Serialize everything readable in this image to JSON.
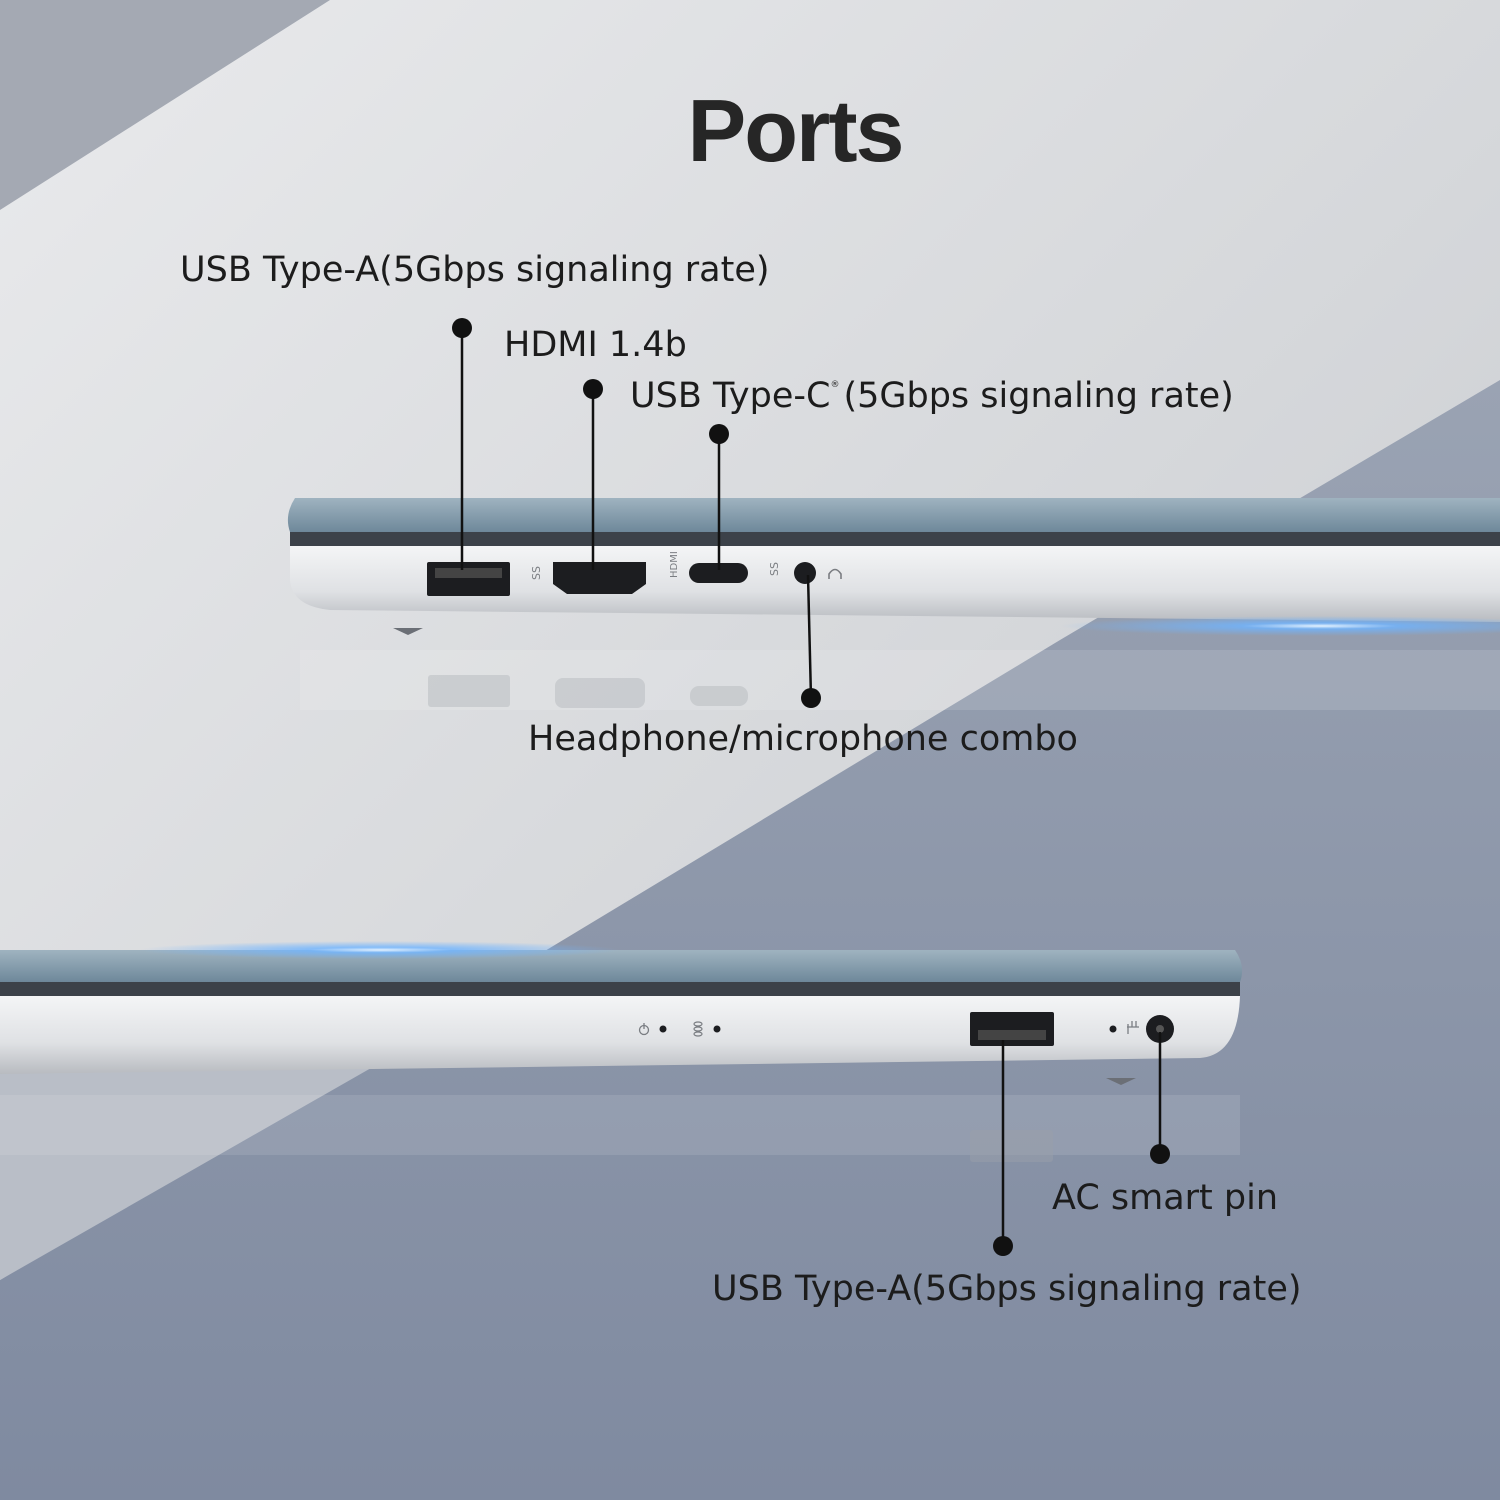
{
  "title": "Ports",
  "labels": {
    "usb_a_top": "USB Type-A(5Gbps signaling rate)",
    "hdmi": "HDMI 1.4b",
    "usb_c_name": "USB Type-C",
    "usb_c_mark": "®",
    "usb_c_rate": "(5Gbps signaling rate)",
    "headphone": "Headphone/microphone combo",
    "ac_pin": "AC smart pin",
    "usb_a_bottom": "USB Type-A(5Gbps signaling rate)"
  },
  "port_marks": {
    "ss": "SS",
    "hdmi": "HDMI"
  },
  "icons": [
    "usb-icon",
    "headphone-icon",
    "power-icon",
    "storage-activity-icon",
    "charge-plug-icon"
  ],
  "colors": {
    "lid": "#7d97a8",
    "body": "#e3e5e8",
    "text": "#1c1c1c",
    "title": "#262626",
    "glow": "#6fb4ff"
  }
}
